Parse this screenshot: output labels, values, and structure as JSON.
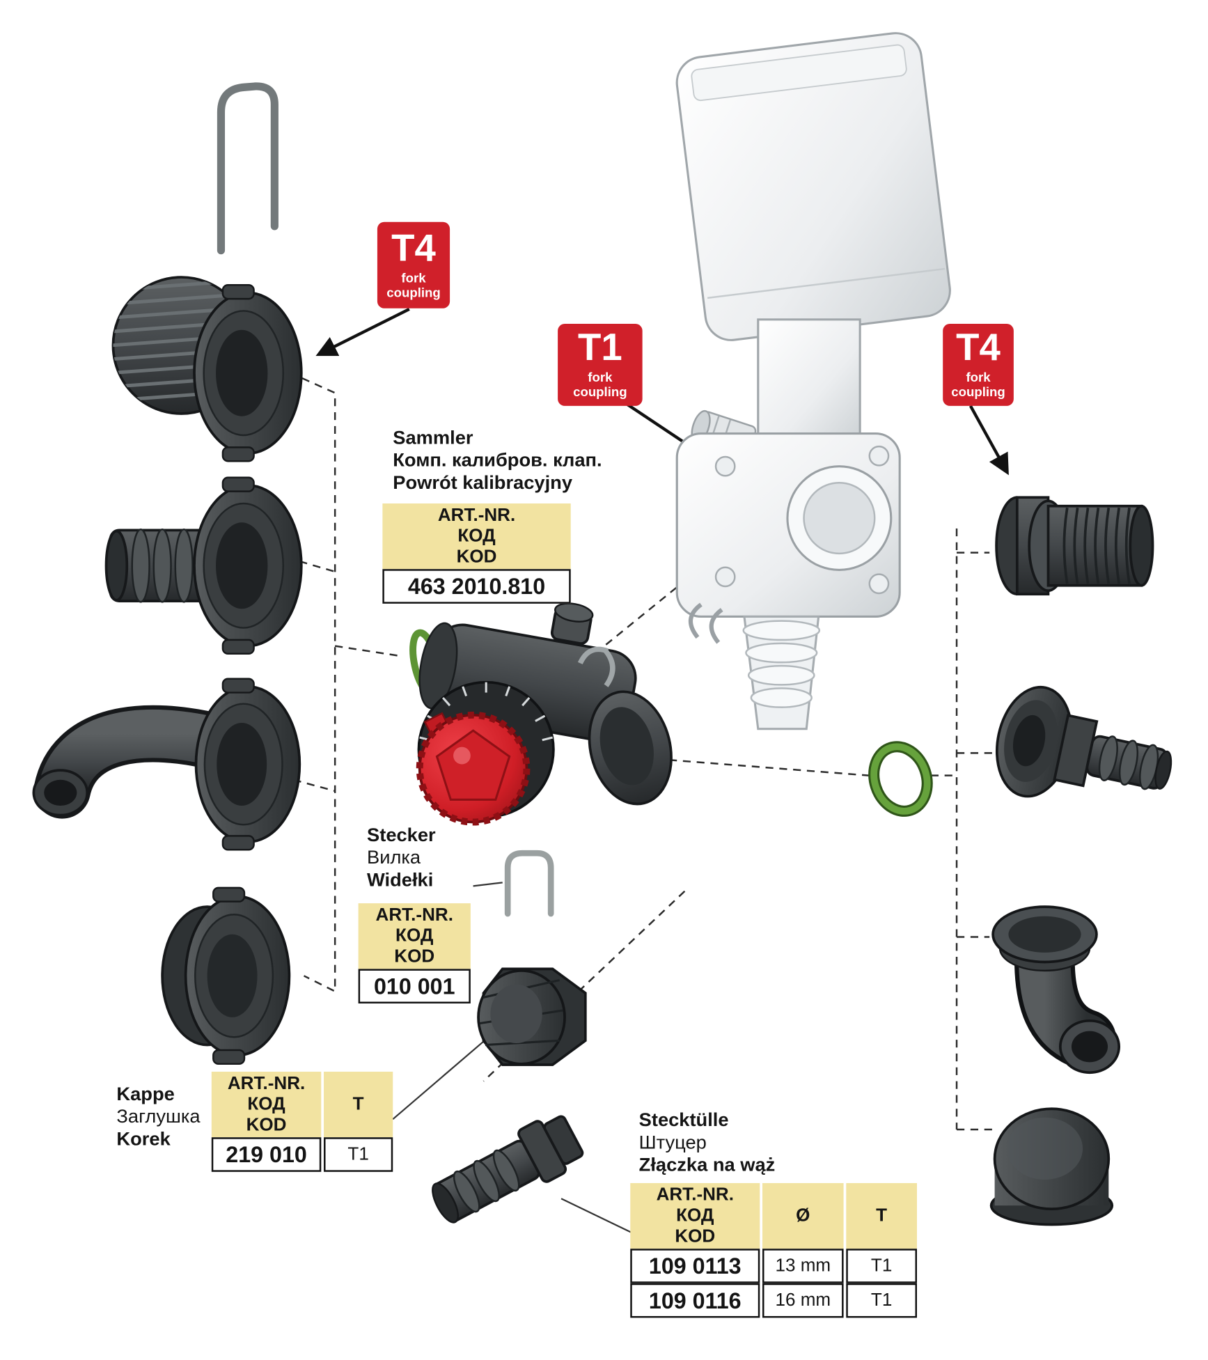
{
  "badges": {
    "t4_left": {
      "code": "T4",
      "sub": "fork\ncoupling"
    },
    "t1_center": {
      "code": "T1",
      "sub": "fork\ncoupling"
    },
    "t4_right": {
      "code": "T4",
      "sub": "fork\ncoupling"
    }
  },
  "labels": {
    "sammler": {
      "de": "Sammler",
      "ru": "Комп. калибров. клап.",
      "pl": "Powrót kalibracyjny"
    },
    "stecker": {
      "de": "Stecker",
      "ru": "Вилка",
      "pl": "Widełki"
    },
    "kappe": {
      "de": "Kappe",
      "ru": "Заглушка",
      "pl": "Korek"
    },
    "stecktuelle": {
      "de": "Stecktülle",
      "ru": "Штуцер",
      "pl": "Złączka na wąż"
    }
  },
  "tables": {
    "artnr_header": "ART.-NR.\nКОД\nKOD",
    "sammler": {
      "code": "463 2010.810"
    },
    "stecker": {
      "code": "010 001"
    },
    "kappe": {
      "col_t": "T",
      "rows": [
        {
          "code": "219 010",
          "t": "T1"
        }
      ]
    },
    "stecktuelle": {
      "col_d": "Ø",
      "col_t": "T",
      "rows": [
        {
          "code": "109 0113",
          "d": "13 mm",
          "t": "T1"
        },
        {
          "code": "109 0116",
          "d": "16 mm",
          "t": "T1"
        }
      ]
    }
  },
  "colors": {
    "badge_red": "#d0202a",
    "table_yellow": "#f2e3a1",
    "part_dark": "#3e4244",
    "oring_green": "#5d9434"
  }
}
